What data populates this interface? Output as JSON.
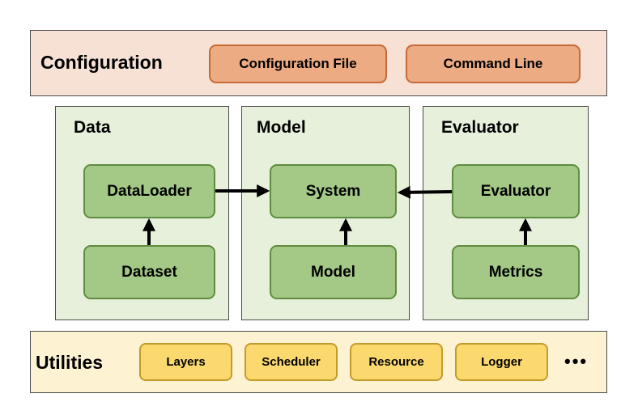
{
  "configuration": {
    "title": "Configuration",
    "items": [
      "Configuration File",
      "Command Line"
    ]
  },
  "groups": {
    "data": {
      "title": "Data",
      "top": "DataLoader",
      "bottom": "Dataset"
    },
    "model": {
      "title": "Model",
      "top": "System",
      "bottom": "Model"
    },
    "evaluator": {
      "title": "Evaluator",
      "top": "Evaluator",
      "bottom": "Metrics"
    }
  },
  "utilities": {
    "title": "Utilities",
    "items": [
      "Layers",
      "Scheduler",
      "Resource",
      "Logger"
    ],
    "more": "•••"
  },
  "colors": {
    "config_bg": "#f6e1d4",
    "config_box": "#ecab82",
    "group_bg": "#e6f0da",
    "group_box": "#a4c986",
    "util_bg": "#fdf3d2",
    "util_box": "#fbd96e"
  }
}
